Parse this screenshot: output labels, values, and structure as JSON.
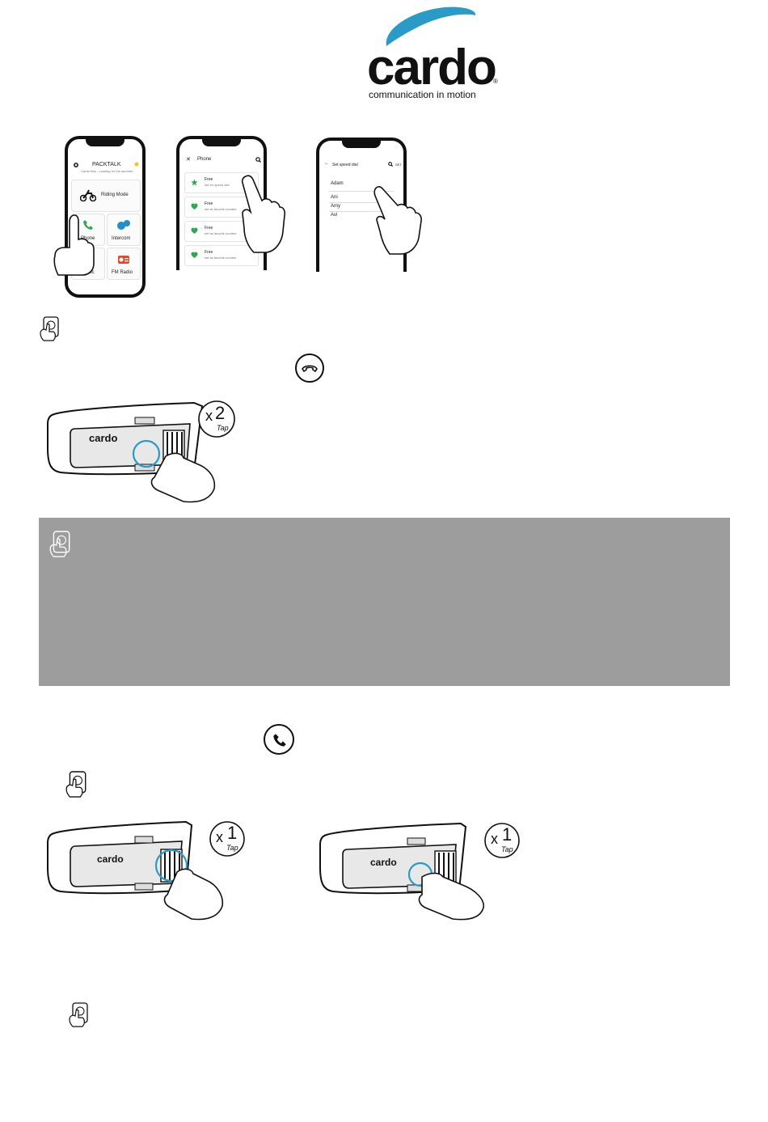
{
  "logo": {
    "brand": "cardo",
    "tagline": "communication in motion",
    "reg_mark": "®"
  },
  "phone1": {
    "header_title": "PACKTALK",
    "header_sub": "Cardo Bus - Looking for the summer",
    "riding_mode": "Riding Mode",
    "tiles": [
      {
        "label": "Phone",
        "color": "#2fa84f"
      },
      {
        "label": "Intercom",
        "color": "#1f8fc8"
      },
      {
        "label": "Music",
        "color": "#e0306e"
      },
      {
        "label": "FM Radio",
        "color": "#e2492a"
      }
    ]
  },
  "phone2": {
    "title": "Phone",
    "rows": [
      {
        "title": "Free",
        "sub": "set for speed dial"
      },
      {
        "title": "Free",
        "sub": "set as favorite number"
      },
      {
        "title": "Free",
        "sub": "set as favorite number"
      },
      {
        "title": "Free",
        "sub": "set as favorite number"
      }
    ]
  },
  "phone3": {
    "title": "Set speed dial",
    "action": "SET",
    "contacts": [
      "Adam",
      "Ani",
      "Amy",
      "Avi"
    ]
  },
  "device": {
    "brand": "cardo"
  },
  "taps": [
    {
      "count": "2",
      "label": "Tap"
    },
    {
      "count": "1",
      "label": "Tap"
    },
    {
      "count": "1",
      "label": "Tap"
    }
  ],
  "colors": {
    "brand_blue": "#2a9ac6",
    "note_gray": "#9d9d9d"
  }
}
